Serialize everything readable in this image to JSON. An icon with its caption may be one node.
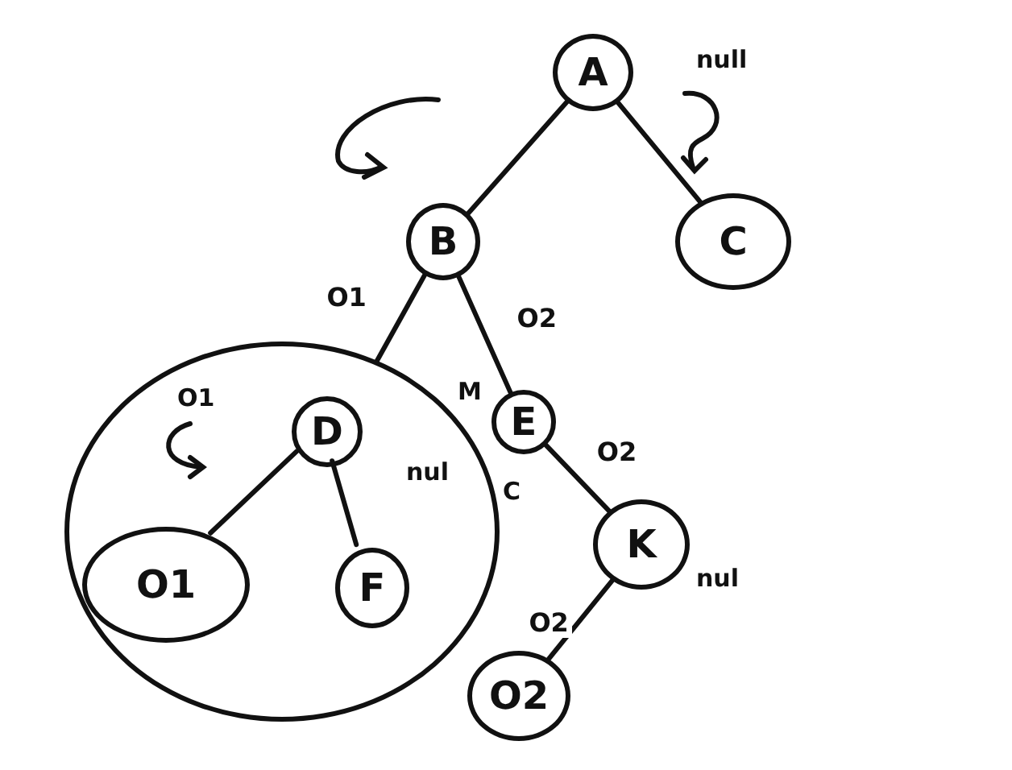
{
  "diagram": {
    "nodes": [
      {
        "text": [
          "A"
        ]
      },
      {
        "text": [
          "B"
        ]
      },
      {
        "text": [
          "C"
        ]
      },
      {
        "text": [],
        "shape": "circle"
      },
      {
        "text": [
          "D"
        ],
        "in": 3
      },
      {
        "text": [
          "O1"
        ],
        "in": 3
      },
      {
        "text": [
          "F"
        ],
        "in": 3
      },
      {
        "text": [
          "E"
        ]
      },
      {
        "text": [
          "K"
        ]
      },
      {
        "text": [
          "O2"
        ]
      }
    ],
    "edges": [
      {
        "from": 0,
        "to": 1,
        "arrow": "none"
      },
      {
        "from": 0,
        "to": 2,
        "arrow": "none"
      },
      {
        "from": 1,
        "to": 3,
        "arrow": "none",
        "label": "O1"
      },
      {
        "from": 1,
        "to": 7,
        "arrow": "none",
        "label": "O2"
      },
      {
        "from": 4,
        "to": 5,
        "arrow": "none"
      },
      {
        "from": 4,
        "to": 6,
        "arrow": "none"
      },
      {
        "from": 7,
        "to": 8,
        "arrow": "none",
        "label": "O2"
      },
      {
        "from": 8,
        "to": 9,
        "arrow": "none",
        "label": "O2"
      }
    ],
    "labels": [
      "null",
      "O1",
      "nul",
      "M",
      "C",
      "nul"
    ]
  }
}
